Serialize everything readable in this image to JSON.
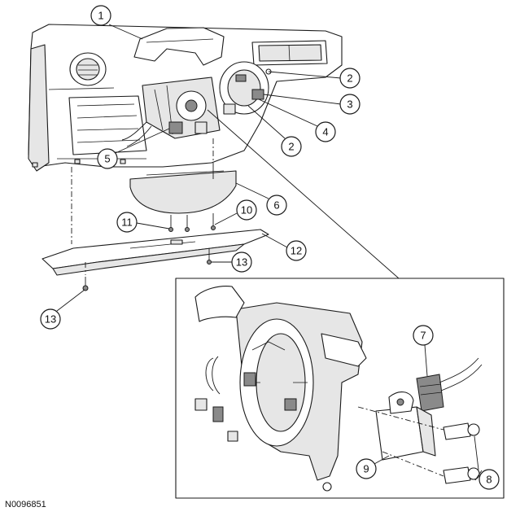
{
  "figure_id": "N0096851",
  "callouts": [
    {
      "id": "c1",
      "label": "1"
    },
    {
      "id": "c2a",
      "label": "2"
    },
    {
      "id": "c3",
      "label": "3"
    },
    {
      "id": "c4",
      "label": "4"
    },
    {
      "id": "c2b",
      "label": "2"
    },
    {
      "id": "c5",
      "label": "5"
    },
    {
      "id": "c6",
      "label": "6"
    },
    {
      "id": "c10",
      "label": "10"
    },
    {
      "id": "c11",
      "label": "11"
    },
    {
      "id": "c12",
      "label": "12"
    },
    {
      "id": "c13a",
      "label": "13"
    },
    {
      "id": "c13b",
      "label": "13"
    },
    {
      "id": "c7",
      "label": "7"
    },
    {
      "id": "c8",
      "label": "8"
    },
    {
      "id": "c9",
      "label": "9"
    }
  ]
}
